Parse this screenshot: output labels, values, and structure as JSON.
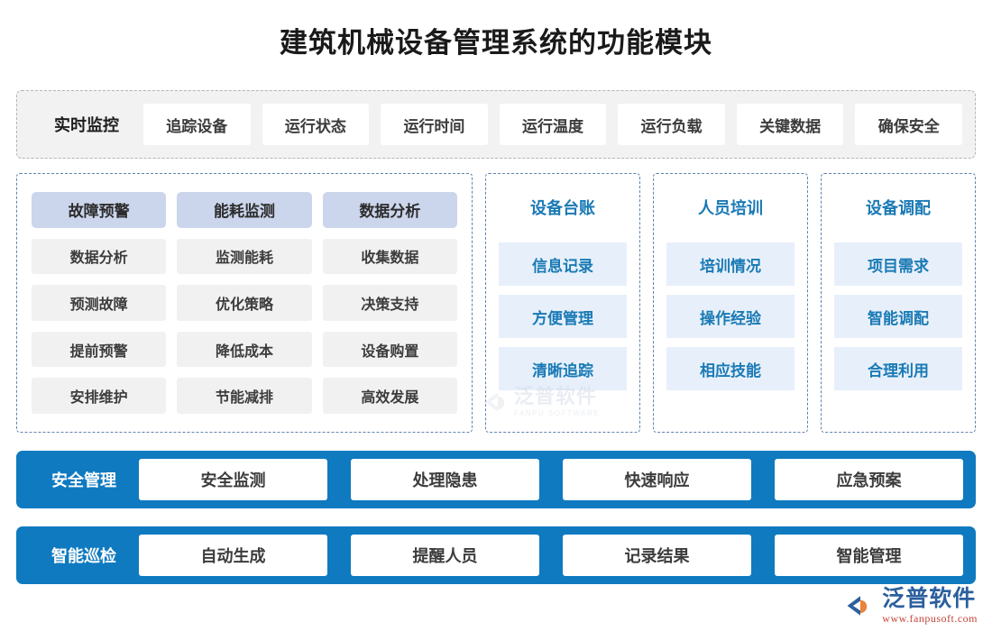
{
  "title": "建筑机械设备管理系统的功能模块",
  "colors": {
    "accent_blue": "#0f7ac0",
    "header_lavender": "#cbd5ec",
    "item_gray": "#f1f1f1",
    "item_lightblue": "#e7f0fa",
    "text_blue": "#1a7ab5",
    "dashed_gray": "#b5b5b5",
    "dashed_blue": "#5f83ad"
  },
  "realtime_row": {
    "label": "实时监控",
    "items": [
      "追踪设备",
      "运行状态",
      "运行时间",
      "运行温度",
      "运行负载",
      "关键数据",
      "确保安全"
    ]
  },
  "middle": {
    "wide_group": {
      "columns": [
        {
          "head": "故障预警",
          "items": [
            "数据分析",
            "预测故障",
            "提前预警",
            "安排维护"
          ]
        },
        {
          "head": "能耗监测",
          "items": [
            "监测能耗",
            "优化策略",
            "降低成本",
            "节能减排"
          ]
        },
        {
          "head": "数据分析",
          "items": [
            "收集数据",
            "决策支持",
            "设备购置",
            "高效发展"
          ]
        }
      ]
    },
    "narrow_groups": [
      {
        "head": "设备台账",
        "items": [
          "信息记录",
          "方便管理",
          "清晰追踪"
        ]
      },
      {
        "head": "人员培训",
        "items": [
          "培训情况",
          "操作经验",
          "相应技能"
        ]
      },
      {
        "head": "设备调配",
        "items": [
          "项目需求",
          "智能调配",
          "合理利用"
        ]
      }
    ]
  },
  "bars": [
    {
      "label": "安全管理",
      "items": [
        "安全监测",
        "处理隐患",
        "快速响应",
        "应急预案"
      ]
    },
    {
      "label": "智能巡检",
      "items": [
        "自动生成",
        "提醒人员",
        "记录结果",
        "智能管理"
      ]
    }
  ],
  "watermark": {
    "cn": "泛普软件",
    "en": "FANPU SOFTWARE"
  },
  "logo": {
    "cn": "泛普软件",
    "url": "www.fanpusoft.com"
  }
}
